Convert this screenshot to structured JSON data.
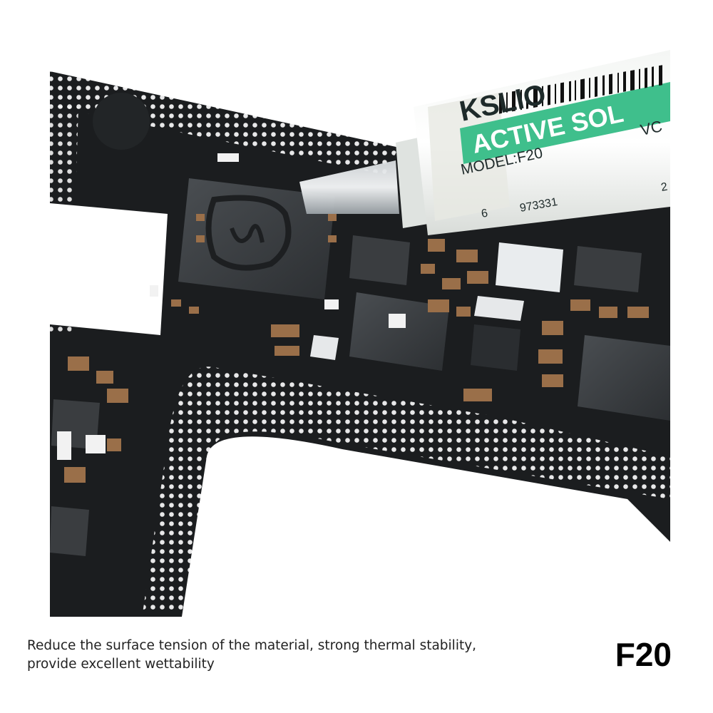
{
  "tube": {
    "brand": "KSLIO",
    "product_label": "ACTIVE SOL",
    "label_suffix": "VC",
    "model_text": "MODEL:F20",
    "barcode_prefix": "6",
    "barcode_digits": "973331",
    "barcode_suffix": "2"
  },
  "caption": {
    "line1": "Reduce the surface tension of the material, strong thermal stability,",
    "line2": "provide excellent wettability"
  },
  "model_code": "F20",
  "colors": {
    "board": "#1b1d1f",
    "chip": "#3a3d40",
    "pad": "#9a6f49",
    "accent": "#3fbf8c",
    "dot": "#ffffff"
  }
}
